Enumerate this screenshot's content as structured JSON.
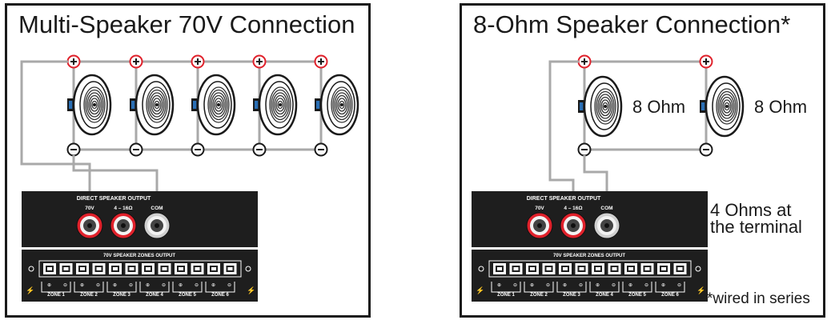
{
  "left": {
    "title": "Multi-Speaker 70V Connection",
    "amp": {
      "output_label": "DIRECT SPEAKER OUTPUT",
      "terminals": [
        "70V",
        "4 – 16Ω",
        "COM"
      ],
      "zones_label": "70V SPEAKER ZONES OUTPUT",
      "zones": [
        "ZONE 1",
        "ZONE 2",
        "ZONE 3",
        "ZONE 4",
        "ZONE 5",
        "ZONE 6"
      ]
    },
    "speaker_count": 5
  },
  "right": {
    "title": "8-Ohm Speaker Connection*",
    "speakers": [
      "8 Ohm",
      "8 Ohm"
    ],
    "amp": {
      "output_label": "DIRECT SPEAKER OUTPUT",
      "terminals": [
        "70V",
        "4 – 16Ω",
        "COM"
      ],
      "zones_label": "70V SPEAKER ZONES OUTPUT",
      "zones": [
        "ZONE 1",
        "ZONE 2",
        "ZONE 3",
        "ZONE 4",
        "ZONE 5",
        "ZONE 6"
      ]
    },
    "terminal_note_line1": "4 Ohms at",
    "terminal_note_line2": "the terminal",
    "footnote": "*wired in series"
  },
  "colors": {
    "wire": "#a9a9a9",
    "positive": "#e0212b",
    "amp_body": "#1e1e1e",
    "speaker_bracket": "#2a6fb5",
    "frame": "#1a1a1a"
  }
}
